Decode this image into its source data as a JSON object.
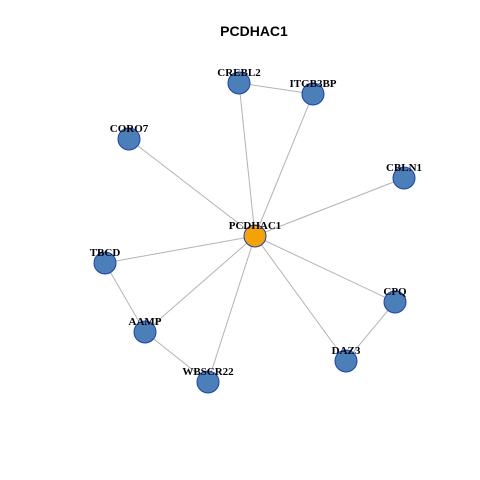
{
  "title": "PCDHAC1",
  "colors": {
    "hub": "#f5a300",
    "node": "#4a7fb8",
    "edge": "#b3b3b3",
    "border": "#1a3fbf"
  },
  "nodes": [
    {
      "id": "PCDHAC1",
      "label": "PCDHAC1",
      "role": "hub"
    },
    {
      "id": "CREBL2",
      "label": "CREBL2",
      "role": "node"
    },
    {
      "id": "ITGB3BP",
      "label": "ITGB3BP",
      "role": "node"
    },
    {
      "id": "CORO7",
      "label": "CORO7",
      "role": "node"
    },
    {
      "id": "CBLN1",
      "label": "CBLN1",
      "role": "node"
    },
    {
      "id": "TBCD",
      "label": "TBCD",
      "role": "node"
    },
    {
      "id": "AAMP",
      "label": "AAMP",
      "role": "node"
    },
    {
      "id": "WBSCR22",
      "label": "WBSCR22",
      "role": "node"
    },
    {
      "id": "DAZ3",
      "label": "DAZ3",
      "role": "node"
    },
    {
      "id": "CPQ",
      "label": "CPQ",
      "role": "node"
    }
  ],
  "edges": [
    [
      "PCDHAC1",
      "CREBL2"
    ],
    [
      "PCDHAC1",
      "ITGB3BP"
    ],
    [
      "CREBL2",
      "ITGB3BP"
    ],
    [
      "PCDHAC1",
      "CORO7"
    ],
    [
      "PCDHAC1",
      "CBLN1"
    ],
    [
      "PCDHAC1",
      "TBCD"
    ],
    [
      "PCDHAC1",
      "AAMP"
    ],
    [
      "PCDHAC1",
      "WBSCR22"
    ],
    [
      "PCDHAC1",
      "DAZ3"
    ],
    [
      "PCDHAC1",
      "CPQ"
    ],
    [
      "TBCD",
      "AAMP"
    ],
    [
      "AAMP",
      "WBSCR22"
    ],
    [
      "DAZ3",
      "CPQ"
    ]
  ]
}
